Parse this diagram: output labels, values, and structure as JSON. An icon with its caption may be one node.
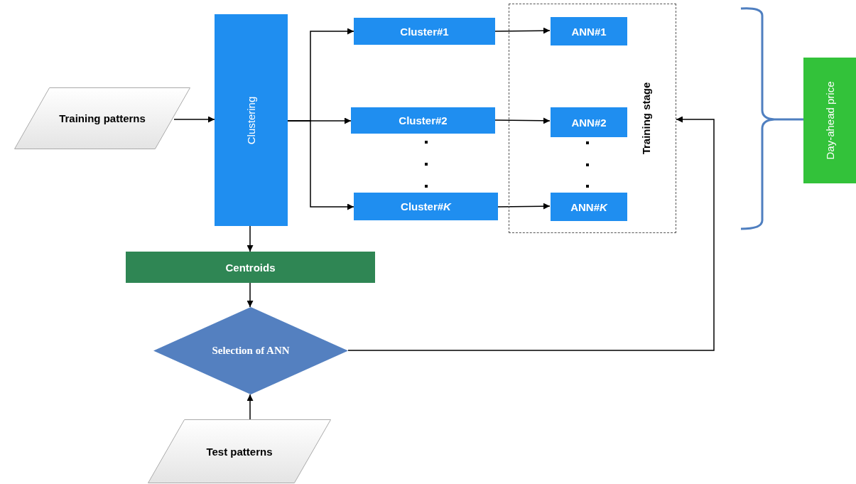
{
  "diagram": {
    "nodes": [
      {
        "text": [
          "Training patterns"
        ]
      },
      {
        "text": [
          "Clustering"
        ]
      },
      {
        "text": [
          "Cluster#1"
        ]
      },
      {
        "text": [
          "Cluster#2"
        ]
      },
      {
        "text": [
          "Cluster#*K*"
        ]
      },
      {
        "text": [
          "Training stage"
        ]
      },
      {
        "text": [
          "ANN#1"
        ],
        "in": 5
      },
      {
        "text": [
          "ANN#2"
        ],
        "in": 5
      },
      {
        "text": [
          "ANN#*K*"
        ],
        "in": 5
      },
      {
        "text": [
          "Day-ahead price"
        ]
      },
      {
        "text": [
          "Centroids"
        ]
      },
      {
        "text": [
          "Selection of ANN"
        ]
      },
      {
        "text": [
          "Test patterns"
        ]
      }
    ],
    "edges": [
      {
        "from": 0,
        "to": 1,
        "arrow": "to"
      },
      {
        "from": 1,
        "to": 2,
        "arrow": "to"
      },
      {
        "from": 1,
        "to": 3,
        "arrow": "to"
      },
      {
        "from": 1,
        "to": 4,
        "arrow": "to"
      },
      {
        "from": 2,
        "to": 6,
        "arrow": "to"
      },
      {
        "from": 3,
        "to": 7,
        "arrow": "to"
      },
      {
        "from": 4,
        "to": 8,
        "arrow": "to"
      },
      {
        "from": 1,
        "to": 10,
        "arrow": "to"
      },
      {
        "from": 10,
        "to": 11,
        "arrow": "to"
      },
      {
        "from": 12,
        "to": 11,
        "arrow": "to"
      },
      {
        "from": 11,
        "to": 5,
        "arrow": "to"
      }
    ]
  }
}
